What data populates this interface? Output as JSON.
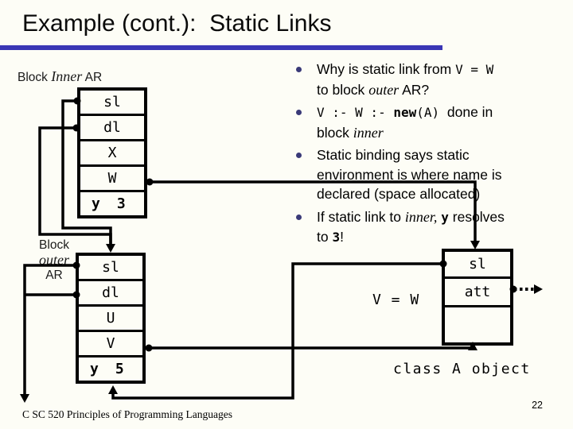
{
  "slide": {
    "title": "Example (cont.):  Static Links",
    "accent_color": "#3a36b5",
    "bullet_dot_color": "#3a3a78",
    "footer": "C SC 520 Principles of Programming Languages",
    "page_number": "22"
  },
  "bullets": [
    {
      "lines": [
        {
          "runs": [
            {
              "t": "Why is static link from ",
              "s": "sans"
            },
            {
              "t": "V = W",
              "s": "mono"
            }
          ]
        },
        {
          "runs": [
            {
              "t": "to block ",
              "s": "sans"
            },
            {
              "t": "outer",
              "s": "ital"
            },
            {
              "t": " AR?",
              "s": "sans"
            }
          ]
        }
      ]
    },
    {
      "lines": [
        {
          "runs": [
            {
              "t": "V :- W :- ",
              "s": "mono"
            },
            {
              "t": "new",
              "s": "monob"
            },
            {
              "t": "(A)",
              "s": "mono"
            },
            {
              "t": "  done in",
              "s": "sans"
            }
          ]
        },
        {
          "runs": [
            {
              "t": "block ",
              "s": "sans"
            },
            {
              "t": "inner",
              "s": "ital"
            }
          ]
        }
      ]
    },
    {
      "lines": [
        {
          "runs": [
            {
              "t": "Static binding says static",
              "s": "sans"
            }
          ]
        },
        {
          "runs": [
            {
              "t": "environment is where name is",
              "s": "sans"
            }
          ]
        },
        {
          "runs": [
            {
              "t": "declared (space allocated)",
              "s": "sans"
            }
          ]
        }
      ]
    },
    {
      "lines": [
        {
          "runs": [
            {
              "t": "If static link to ",
              "s": "sans"
            },
            {
              "t": "inner,",
              "s": "ital"
            },
            {
              "t": " ",
              "s": "sans"
            },
            {
              "t": "y",
              "s": "monob"
            },
            {
              "t": " resolves",
              "s": "sans"
            }
          ]
        },
        {
          "runs": [
            {
              "t": "to ",
              "s": "sans"
            },
            {
              "t": "3",
              "s": "monob"
            },
            {
              "t": "!",
              "s": "sans"
            }
          ]
        }
      ]
    }
  ],
  "inner_ar": {
    "label_runs": [
      {
        "t": "Block ",
        "s": "sans"
      },
      {
        "t": "Inner",
        "s": "ital"
      },
      {
        "t": " AR",
        "s": "sans"
      }
    ],
    "rows": [
      "sl",
      "dl",
      "X",
      "W"
    ],
    "var_name": "y",
    "var_value": "3"
  },
  "outer_ar": {
    "label_line1_runs": [
      {
        "t": "Block",
        "s": "sans"
      }
    ],
    "label_line2_runs": [
      {
        "t": "outer",
        "s": "ital"
      }
    ],
    "label_line3_runs": [
      {
        "t": "AR",
        "s": "sans"
      }
    ],
    "rows": [
      "sl",
      "dl",
      "U",
      "V"
    ],
    "var_name": "y",
    "var_value": "5"
  },
  "class_a_object": {
    "rows": [
      "sl",
      "att"
    ],
    "assign_statement_label": "V = W",
    "caption": "class A object"
  }
}
